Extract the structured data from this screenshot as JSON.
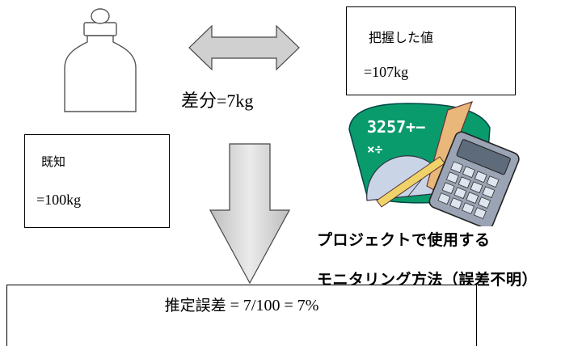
{
  "known": {
    "title": "既知",
    "value": "=100kg"
  },
  "observed": {
    "title": "把握した値",
    "value": "=107kg"
  },
  "difference": "差分=7kg",
  "calculator_display": {
    "line1": "3257+−",
    "line2": "×÷"
  },
  "caption": {
    "line1": "プロジェクトで使用する",
    "line2": "モニタリング方法（誤差不明）"
  },
  "formula": {
    "label": "推定誤差",
    "expression": " = 7/100 = 7%"
  },
  "colors": {
    "arrow_fill": "#cfcfcf",
    "calc_green": "#0a9b6c",
    "calc_body": "#9aa4b4"
  }
}
